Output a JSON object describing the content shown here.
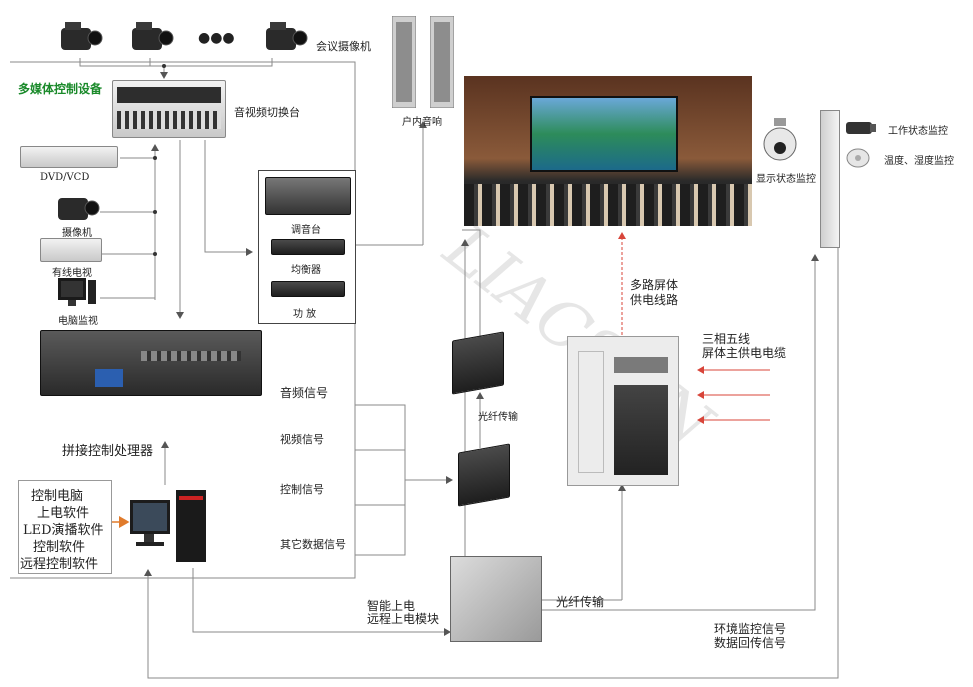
{
  "colors": {
    "line": "#8a8a8a",
    "arrow_red": "#d8453a",
    "arrow_orange": "#e07b2c",
    "title_green": "#1a8a2a",
    "dot": "#333333"
  },
  "labels": {
    "meeting_camera": "会议摄像机",
    "multimedia_control": "多媒体控制设备",
    "av_switch": "音视频切换台",
    "dvd_vcd": "DVD/VCD",
    "camera": "摄像机",
    "cable_tv": "有线电视",
    "pc_monitor": "电脑监视",
    "mixer": "调音台",
    "equalizer": "均衡器",
    "amplifier": "功  放",
    "indoor_speaker": "户内音响",
    "display_monitor": "显示状态监控",
    "work_monitor": "工作状态监控",
    "temp_humidity": "温度、湿度监控",
    "audio_signal": "音频信号",
    "video_signal": "视频信号",
    "control_signal": "控制信号",
    "other_data": "其它数据信号",
    "splice_processor": "拼接控制处理器",
    "fiber_transmit_1": "光纤传输",
    "fiber_transmit_2": "光纤传输",
    "multi_power_line_1": "多路屏体",
    "multi_power_line_2": "供电线路",
    "main_cable_1": "三相五线",
    "main_cable_2": "屏体主供电电缆",
    "smart_power_1": "智能上电",
    "smart_power_2": "远程上电模块",
    "env_signal_1": "环境监控信号",
    "env_signal_2": "数据回传信号",
    "control_pc_lines": [
      "控制电脑",
      "上电软件",
      "LED演播软件",
      "控制软件",
      "远程控制软件"
    ],
    "camera_ellipsis": "●●●"
  },
  "watermark": "LIACSON",
  "icons": [
    "video-camera-icon",
    "speaker-icon",
    "ptz-camera-icon",
    "cctv-camera-icon",
    "sensor-icon",
    "monitor-icon",
    "pc-tower-icon"
  ]
}
